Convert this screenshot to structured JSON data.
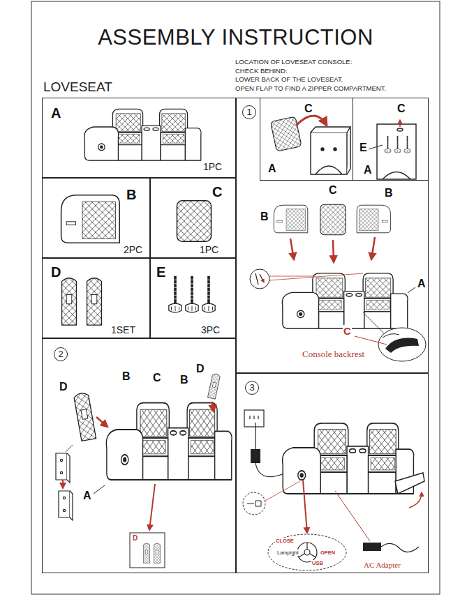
{
  "diagram": {
    "title": "ASSEMBLY INSTRUCTION",
    "nodes": [
      {
        "text": [
          "A",
          "1PC"
        ]
      },
      {
        "text": [
          "B",
          "2PC"
        ]
      },
      {
        "text": [
          "C",
          "1PC"
        ]
      },
      {
        "text": [
          "D",
          "1SET"
        ]
      },
      {
        "text": [
          "E",
          "3PC"
        ]
      },
      {
        "text": [
          "1"
        ]
      },
      {
        "text": [
          "C",
          "A"
        ],
        "in": 5
      },
      {
        "text": [
          "C",
          "E",
          "A"
        ],
        "in": 5
      },
      {
        "text": [
          "2"
        ]
      },
      {
        "text": [
          "3"
        ]
      }
    ],
    "labels": [
      "LOVESEAT",
      "LOCATION OF LOVESEAT CONSOLE:",
      "CHECK BEHIND:",
      "LOWER BACK OF THE LOVESEAT.",
      "OPEN FLAP TO FIND A ZIPPER COMPARTMENT.",
      "C",
      "B",
      "B",
      "A",
      "C",
      "Console backrest",
      "D",
      "B",
      "C",
      "B",
      "D",
      "A",
      "D",
      "CLOSE",
      "Lampight",
      "OPEN",
      "USB",
      "AC Adapter"
    ]
  }
}
